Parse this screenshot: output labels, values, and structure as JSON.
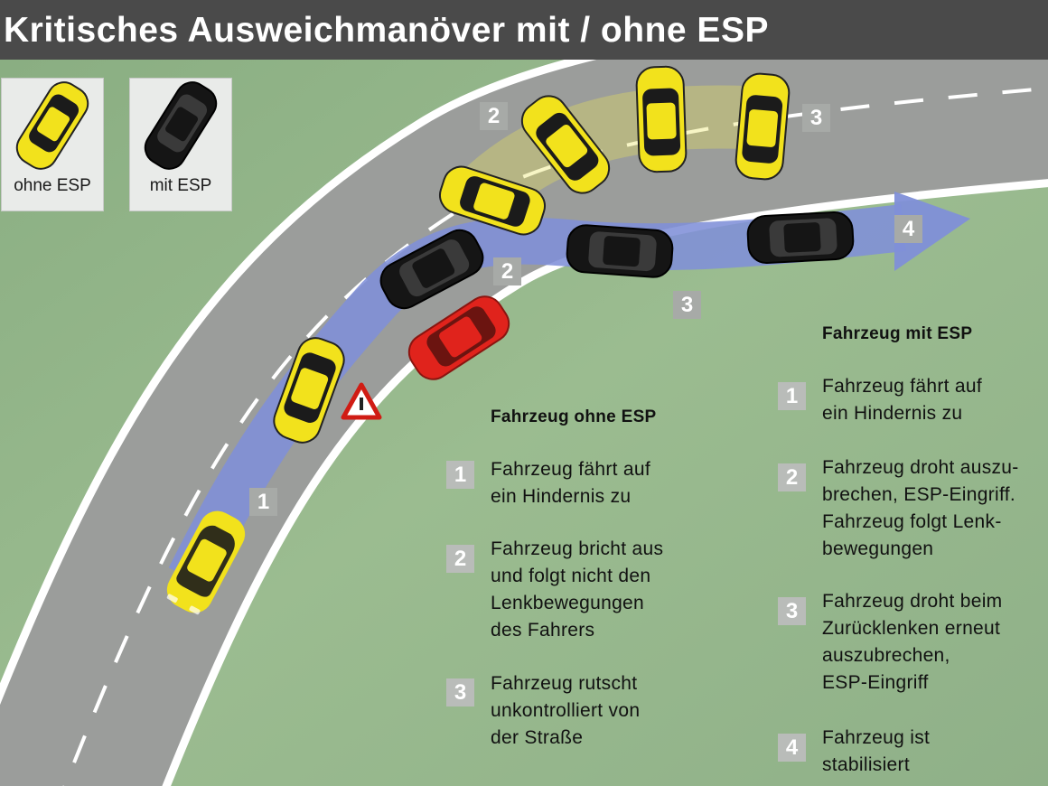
{
  "title": "Kritisches Ausweichmanöver mit / ohne ESP",
  "legend": [
    {
      "label": "ohne ESP",
      "color": "#f2e21c"
    },
    {
      "label": "mit ESP",
      "color": "#151515"
    }
  ],
  "diagram_labels": {
    "yellow_2": "2",
    "yellow_3": "3",
    "black_2": "2",
    "black_3": "3",
    "black_4": "4",
    "lane_1": "1"
  },
  "without_esp": {
    "heading": "Fahrzeug ohne ESP",
    "steps": [
      {
        "num": "1",
        "lines": [
          "Fahrzeug fährt auf",
          "ein Hindernis zu"
        ]
      },
      {
        "num": "2",
        "lines": [
          "Fahrzeug bricht aus",
          "und folgt nicht den",
          "Lenkbewegungen",
          "des Fahrers"
        ]
      },
      {
        "num": "3",
        "lines": [
          "Fahrzeug rutscht",
          "unkontrolliert von",
          "der Straße"
        ]
      }
    ]
  },
  "with_esp": {
    "heading": "Fahrzeug mit ESP",
    "steps": [
      {
        "num": "1",
        "lines": [
          "Fahrzeug fährt auf",
          "ein Hindernis zu"
        ]
      },
      {
        "num": "2",
        "lines": [
          "Fahrzeug droht auszu-",
          "brechen, ESP-Eingriff.",
          "Fahrzeug folgt Lenk-",
          "bewegungen"
        ]
      },
      {
        "num": "3",
        "lines": [
          "Fahrzeug droht beim",
          "Zurücklenken erneut",
          "auszubrechen,",
          "ESP-Eingriff"
        ]
      },
      {
        "num": "4",
        "lines": [
          "Fahrzeug ist",
          "stabilisiert"
        ]
      }
    ]
  },
  "colors": {
    "grass": "#8fb088",
    "road": "#9b9d9b",
    "path": "#7f8fd8",
    "yellow_car": "#f2e21c",
    "black_car": "#151515",
    "red_car": "#e0231c",
    "header": "#4a4a4a"
  }
}
